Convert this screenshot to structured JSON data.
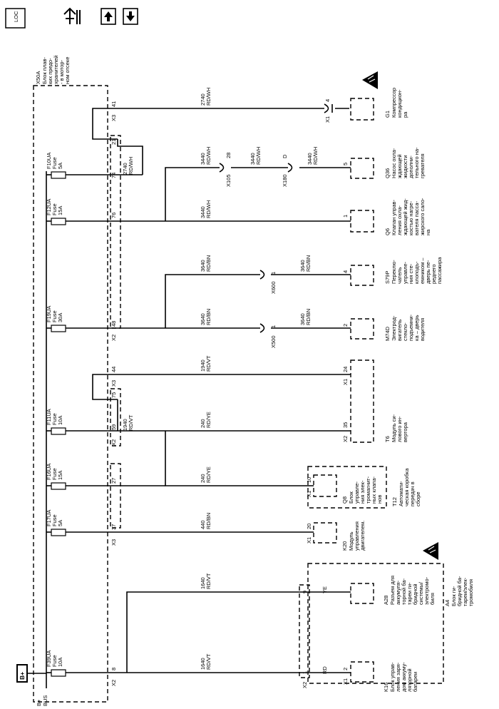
{
  "toolbar": {
    "loc_label": "LOC",
    "nav_icon": "tools-navigation-icon",
    "up_icon": "arrow-up-icon",
    "down_icon": "arrow-down-icon"
  },
  "fuse_block": {
    "code": "X50A",
    "name_lines": [
      "Блок плав-",
      "ких предо-",
      "хранителей",
      "- в мотор-",
      "ном отсеке"
    ]
  },
  "power": {
    "b_plus": "B+",
    "bus_lines": [
      "B+",
      "BUS"
    ]
  },
  "fuses": [
    {
      "id": "F10UA",
      "rating": "5A",
      "fuse_word": "Fuse"
    },
    {
      "id": "F12UA",
      "rating": "15A",
      "fuse_word": "Fuse"
    },
    {
      "id": "F19UA",
      "rating": "30A",
      "fuse_word": "Fuse"
    },
    {
      "id": "F11UA",
      "rating": "10A",
      "fuse_word": "Fuse"
    },
    {
      "id": "F16UA",
      "rating": "15A",
      "fuse_word": "Fuse"
    },
    {
      "id": "F17UA",
      "rating": "5A",
      "fuse_word": "Fuse"
    },
    {
      "id": "F39UA",
      "rating": "10A",
      "fuse_word": "Fuse"
    }
  ],
  "connector_pins": {
    "x3_41": "41",
    "x3_label_a": "X3",
    "p21": "21",
    "p74": "74",
    "p76": "76",
    "p48": "48",
    "x2_label_a": "X2",
    "p44": "44",
    "x3_label_b": "X3",
    "p75": "75",
    "p59": "59",
    "x2_label_b": "X2",
    "p27": "27",
    "p37": "37",
    "x3_label_c": "X3",
    "p8": "8",
    "x2_label_c": "X2"
  },
  "wires": {
    "w2740_top": [
      "2740",
      "RD/WH"
    ],
    "w2740_loop": [
      "2740",
      "RD/WH"
    ],
    "w3440_a": [
      "3440",
      "RD/WH"
    ],
    "w3440_b": [
      "3440",
      "RD/WH"
    ],
    "w3440_c": [
      "3440",
      "RD/WH"
    ],
    "w3440_d": [
      "3440",
      "RD/WH"
    ],
    "w3640_a": [
      "3640",
      "RD/BN"
    ],
    "w3640_b": [
      "3640",
      "RD/BN"
    ],
    "w3640_c": [
      "3640",
      "RD/BN"
    ],
    "w3640_d": [
      "3640",
      "RD/BN"
    ],
    "w1940_a": [
      "1940",
      "RD/VT"
    ],
    "w1940_b": [
      "1940",
      "RD/VT"
    ],
    "w240_a": [
      "240",
      "RD/YE"
    ],
    "w240_b": [
      "240",
      "RD/YE"
    ],
    "w440": [
      "440",
      "RD/BN"
    ],
    "w1640_a": [
      "1640",
      "RD/VT"
    ],
    "w1640_b": [
      "1640",
      "RD/VT"
    ]
  },
  "inline_connectors": {
    "x1_4": {
      "pin": "4",
      "conn": "X1"
    },
    "x105": {
      "pin": "28",
      "conn": "X105"
    },
    "x180": {
      "pin": "D",
      "conn": "X180"
    },
    "x600": {
      "pin": "1",
      "conn": "X600"
    },
    "x500": {
      "pin": "1",
      "conn": "X500"
    }
  },
  "components": {
    "g1": {
      "code": "G1",
      "lines": [
        "Компрессор",
        "кондицион-",
        "ра"
      ]
    },
    "q36": {
      "code": "Q36",
      "pin": "5",
      "lines": [
        "Насос охла-",
        "ждающей",
        "жидкости",
        "дополни-",
        "тельного на-",
        "гревателя"
      ]
    },
    "q6": {
      "code": "Q6",
      "pin": "1",
      "lines": [
        "Клапан управ-",
        "ления охла-",
        "ждающей жид-",
        "костью нагре-",
        "вателя пасса-",
        "жирского сало-",
        "на"
      ]
    },
    "s79p": {
      "code": "S79P",
      "pin": "4",
      "lines": [
        "Переклю-",
        "чатель",
        "управле-",
        "ния сте-",
        "клоподъ-",
        "емником –",
        "дверь пе-",
        "реднего",
        "пассажира"
      ]
    },
    "m74d": {
      "code": "M74D",
      "pin": "2",
      "lines": [
        "Электрод-",
        "вигатель",
        "стекло-",
        "подъемни-",
        "ка – дверь",
        "водителя"
      ]
    },
    "t6": {
      "code": "T6",
      "pin_a": "24",
      "conn_a": "X1",
      "pin_b": "35",
      "conn_b": "X2",
      "lines": [
        "Модуль си-",
        "лового ин-",
        "вертора"
      ]
    },
    "q8": {
      "code": "Q8",
      "pin": "10",
      "conn": "X1",
      "lines": [
        "Блок",
        "управле-",
        "ния элек-",
        "тромагнит-",
        "ных клапа-",
        "нов"
      ]
    },
    "t12": {
      "code": "T12",
      "lines": [
        "Автомати-",
        "ческая коробка",
        "передач в",
        "сборе"
      ]
    },
    "k20": {
      "code": "K20",
      "pin": "20",
      "conn": "X1",
      "lines": [
        "Модуль",
        "управления",
        "двигателем."
      ]
    },
    "a28": {
      "code": "A28",
      "wire_color": "YE",
      "pin": "9",
      "lines": [
        "Разъем для",
        "аккумуля-",
        "торной ба-",
        "тареи ги-",
        "бридной",
        "системы/",
        "электромо-",
        "биля"
      ]
    },
    "k16": {
      "code": "K16",
      "wire_color": "RD",
      "pin_a": "1",
      "conn_a": "X2",
      "pin_b": "2",
      "conn_b": "X1",
      "lines": [
        "Блок управ-",
        "ления заря-",
        "дом аккуму-",
        "ляторной",
        "батареи"
      ]
    },
    "a4": {
      "code": "A4",
      "lines": [
        "Блок ги-",
        "бридной ба-",
        "тареи/элек-",
        "тромобиля"
      ]
    }
  }
}
